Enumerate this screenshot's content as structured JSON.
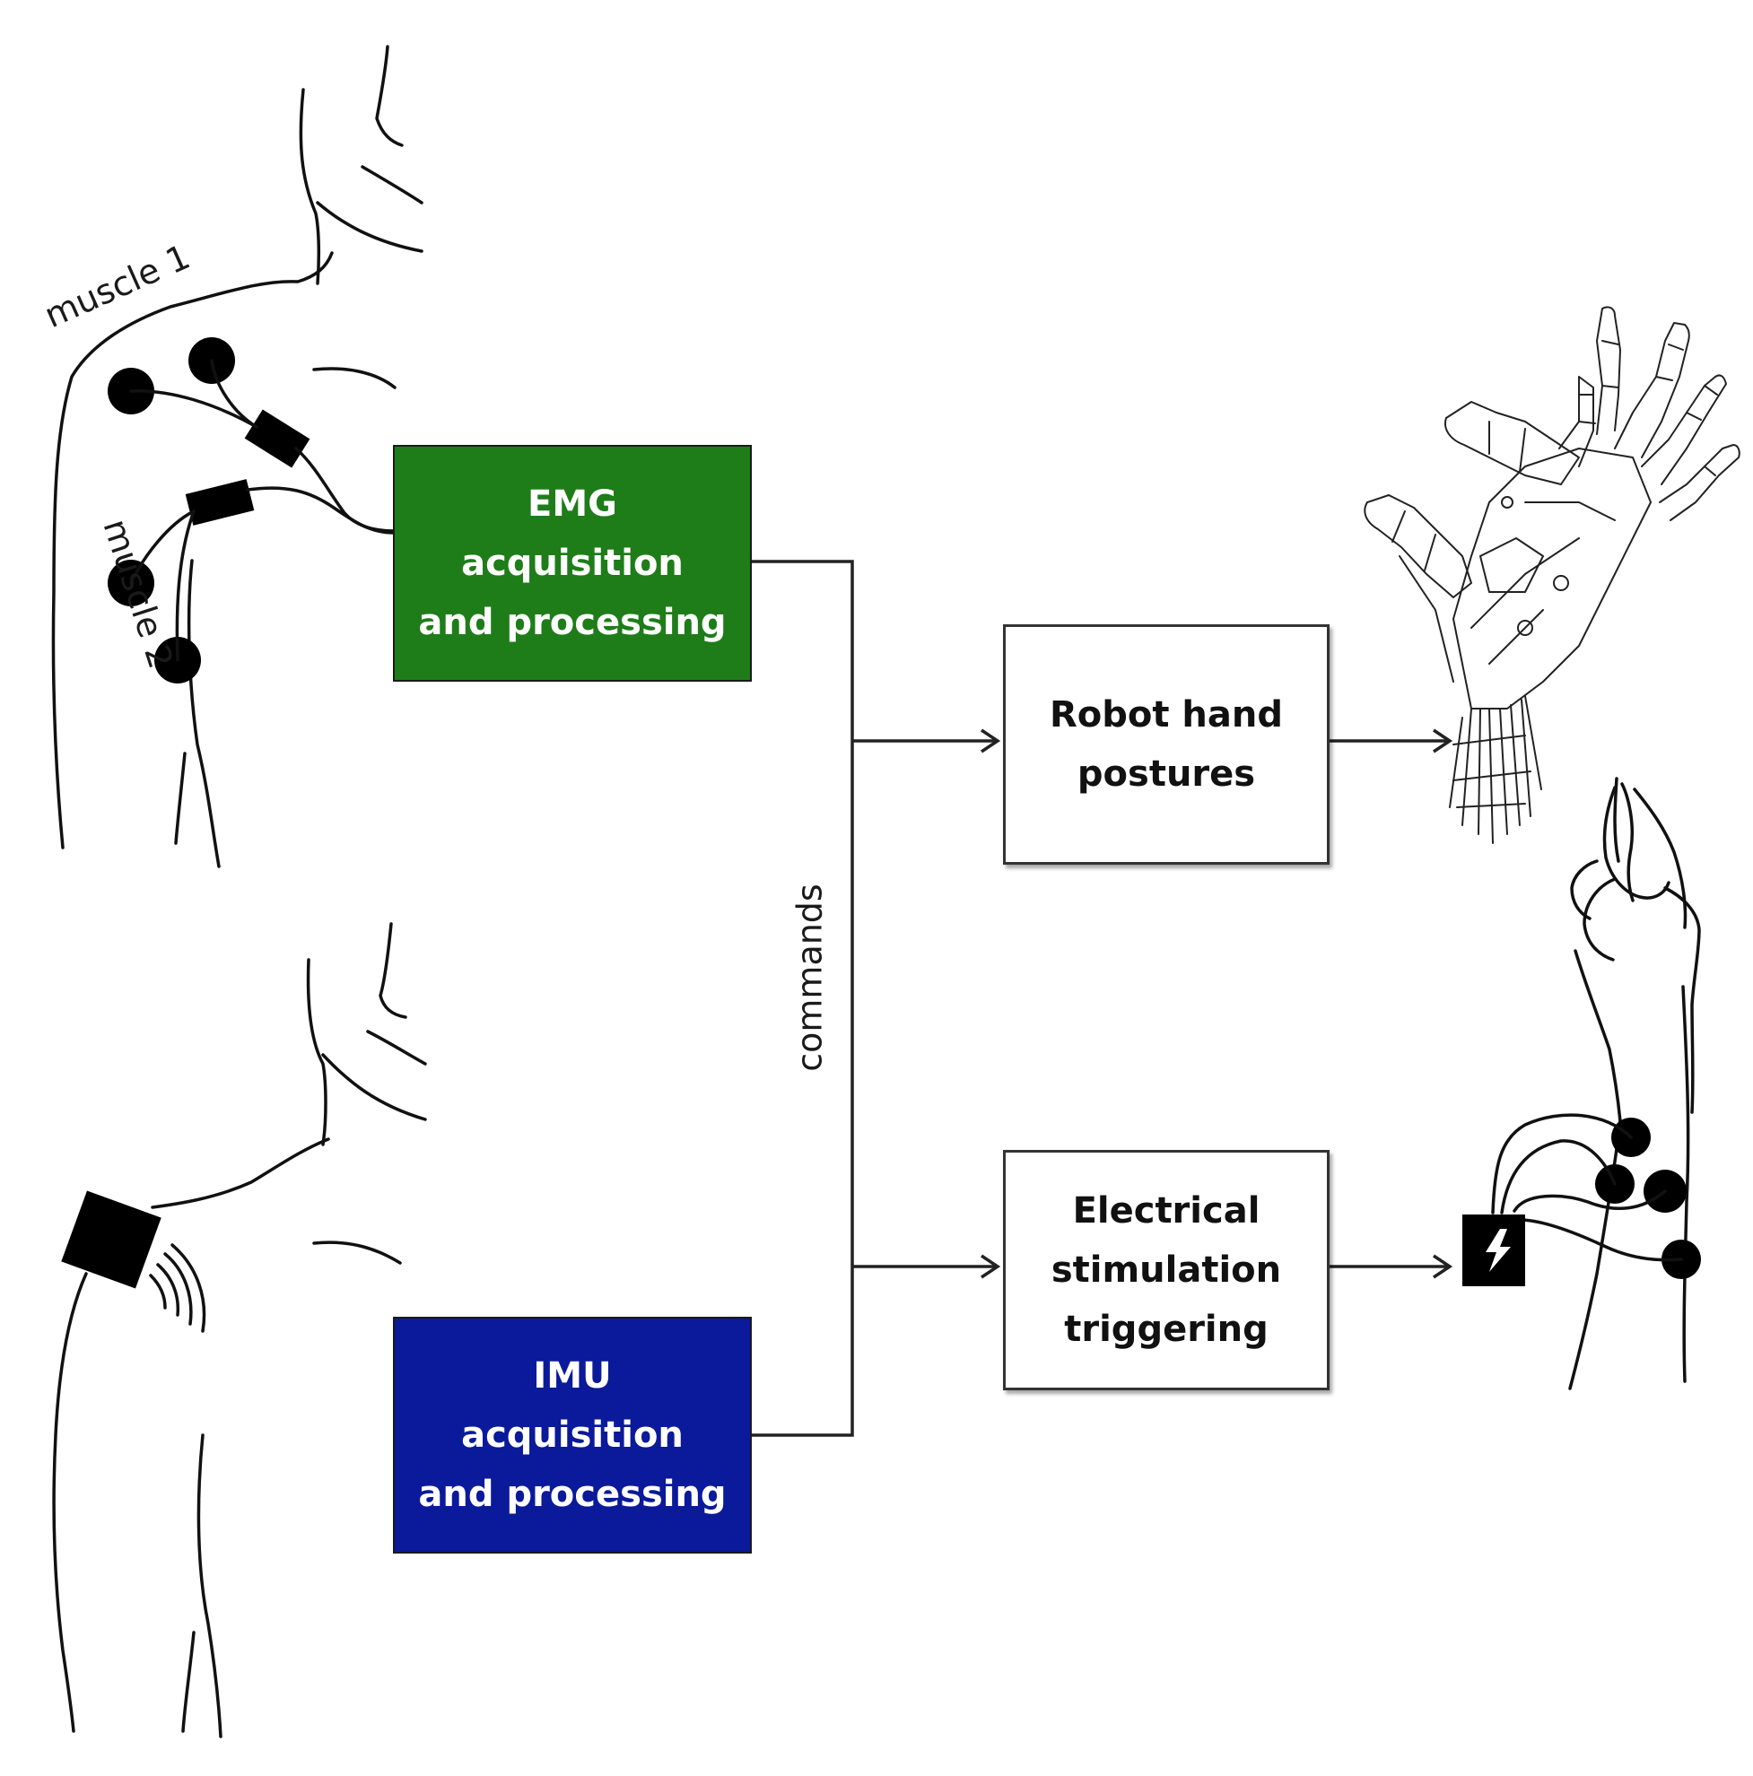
{
  "colors": {
    "emg_box": "#1e7d19",
    "imu_box": "#0a1a9a",
    "outline": "#222222"
  },
  "labels": {
    "muscle1": "muscle 1",
    "muscle2": "muscle 2",
    "commands": "commands"
  },
  "boxes": {
    "emg": [
      "EMG",
      "acquisition",
      "and processing"
    ],
    "imu": [
      "IMU",
      "acquisition",
      "and processing"
    ],
    "robot": [
      "Robot hand",
      "postures"
    ],
    "stim": [
      "Electrical",
      "stimulation",
      "triggering"
    ]
  },
  "icons": [
    "shoulder-sketch-emg",
    "emg-electrode-icon",
    "shoulder-sketch-imu",
    "imu-sensor-icon",
    "wireless-signal-icon",
    "robot-hand-icon",
    "human-hand-icon",
    "stimulator-icon",
    "lightning-bolt-icon"
  ]
}
